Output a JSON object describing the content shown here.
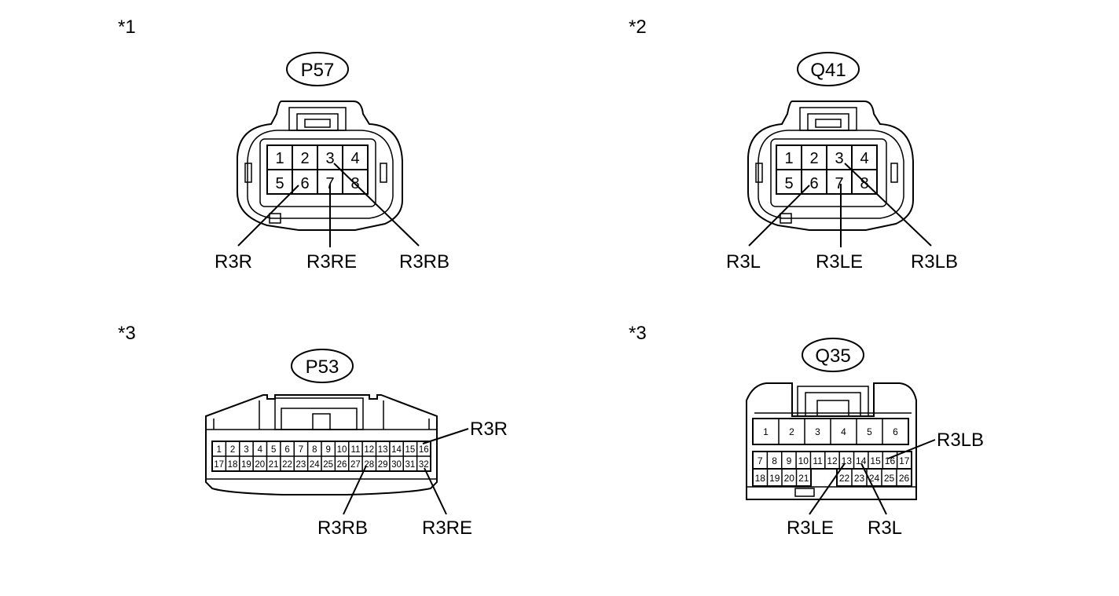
{
  "panels": [
    {
      "marker": "*1",
      "connector_id": "P57",
      "pins_row1": [
        "1",
        "2",
        "3",
        "4"
      ],
      "pins_row2": [
        "5",
        "6",
        "7",
        "8"
      ],
      "wires": [
        "R3R",
        "R3RE",
        "R3RB"
      ]
    },
    {
      "marker": "*2",
      "connector_id": "Q41",
      "pins_row1": [
        "1",
        "2",
        "3",
        "4"
      ],
      "pins_row2": [
        "5",
        "6",
        "7",
        "8"
      ],
      "wires": [
        "R3L",
        "R3LE",
        "R3LB"
      ]
    },
    {
      "marker": "*3",
      "connector_id": "P53",
      "pins_row1": [
        "1",
        "2",
        "3",
        "4",
        "5",
        "6",
        "7",
        "8",
        "9",
        "10",
        "11",
        "12",
        "13",
        "14",
        "15",
        "16"
      ],
      "pins_row2": [
        "17",
        "18",
        "19",
        "20",
        "21",
        "22",
        "23",
        "24",
        "25",
        "26",
        "27",
        "28",
        "29",
        "30",
        "31",
        "32"
      ],
      "wires": [
        "R3R",
        "R3RB",
        "R3RE"
      ]
    },
    {
      "marker": "*3",
      "connector_id": "Q35",
      "pins_row1": [
        "1",
        "2",
        "3",
        "4",
        "5",
        "6"
      ],
      "pins_row2": [
        "7",
        "8",
        "9",
        "10",
        "11",
        "12",
        "13",
        "14",
        "15",
        "16",
        "17"
      ],
      "pins_row3_left": [
        "18",
        "19",
        "20",
        "21"
      ],
      "pins_row3_right": [
        "22",
        "23",
        "24",
        "25",
        "26"
      ],
      "wires": [
        "R3LB",
        "R3LE",
        "R3L"
      ]
    }
  ]
}
